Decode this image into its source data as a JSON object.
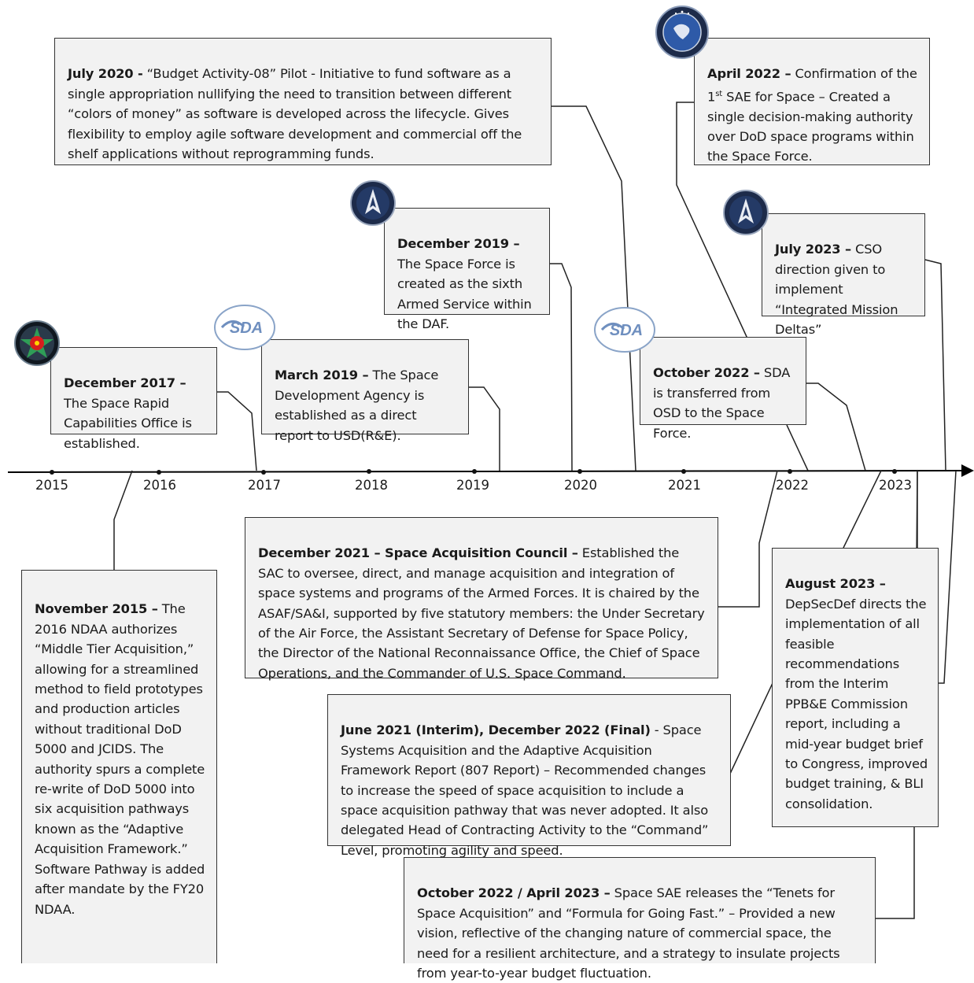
{
  "timeline": {
    "years": [
      "2015",
      "2016",
      "2017",
      "2018",
      "2019",
      "2020",
      "2021",
      "2022",
      "2023"
    ],
    "axis_color": "#000000"
  },
  "events": {
    "jul2020": {
      "head": "July 2020 -",
      "body": " “Budget Activity-08” Pilot - Initiative to fund software as a single appropriation nullifying the need to transition between different “colors of money” as software is developed across the lifecycle.  Gives flexibility to employ agile software development and commercial off the shelf applications without reprogramming funds."
    },
    "apr2022": {
      "head": "April 2022 –",
      "body_pre": " Confirmation of the 1",
      "body_sup": "st",
      "body_post": " SAE for Space – Created a single decision-making authority over DoD space programs within the Space Force."
    },
    "dec2019": {
      "head": "December 2019 –",
      "body": "The Space Force is created as the sixth Armed Service within the DAF."
    },
    "jul2023": {
      "head": "July 2023 –",
      "body": " CSO direction given to implement “Integrated Mission Deltas”"
    },
    "dec2017": {
      "head": "December 2017 –",
      "body": "The Space Rapid Capabilities Office is established."
    },
    "mar2019": {
      "head": "March 2019 –",
      "body": " The Space Development Agency is established as a direct report to USD(R&E)."
    },
    "oct2022": {
      "head": "October 2022 –",
      "body": " SDA is transferred from OSD to the Space Force."
    },
    "dec2021": {
      "head": "December 2021 – Space Acquisition Council –",
      "body": " Established the SAC to oversee, direct, and manage acquisition and integration of space systems and programs of the Armed Forces.  It is chaired by the ASAF/SA&I, supported by five statutory members: the Under Secretary of the Air Force, the Assistant Secretary of Defense for Space Policy, the Director of the National Reconnaissance Office, the Chief of Space Operations, and the Commander of U.S. Space Command."
    },
    "nov2015": {
      "head": "November 2015 –",
      "body": " The 2016 NDAA authorizes “Middle Tier Acquisition,” allowing for a streamlined method to field prototypes and production articles without traditional DoD 5000 and JCIDS.  The authority spurs a complete re-write of DoD 5000 into six acquisition pathways known as the “Adaptive Acquisition Framework.”  Software Pathway is added after mandate by the FY20 NDAA."
    },
    "aug2023": {
      "head": "August 2023 –",
      "body": "DepSecDef directs the implementation of all feasible recommendations from the Interim PPB&E Commission report, including a mid-year budget brief to Congress, improved budget training, & BLI consolidation."
    },
    "jun2021": {
      "head": "June 2021 (Interim), December 2022 (Final)",
      "body": " - Space Systems Acquisition and the Adaptive Acquisition Framework Report (807 Report) – Recommended changes to increase the speed of space acquisition to include a space acquisition pathway that was never adopted. It also delegated Head of Contracting Activity to the “Command” Level, promoting agility and speed."
    },
    "oct2022apr2023": {
      "head": "October 2022 / April 2023 –",
      "body": " Space SAE releases the “Tenets for Space Acquisition” and “Formula for Going Fast.” – Provided a new vision, reflective of the changing nature of commercial space, the need for a resilient architecture, and a strategy to insulate projects from year-to-year budget fluctuation."
    }
  },
  "logos": {
    "sda_text": "SDA",
    "colors": {
      "navy": "#1d2b4a",
      "sda_blue": "#6f8fbf",
      "rco_red": "#d81e1e",
      "rco_green": "#2f9e57"
    }
  }
}
